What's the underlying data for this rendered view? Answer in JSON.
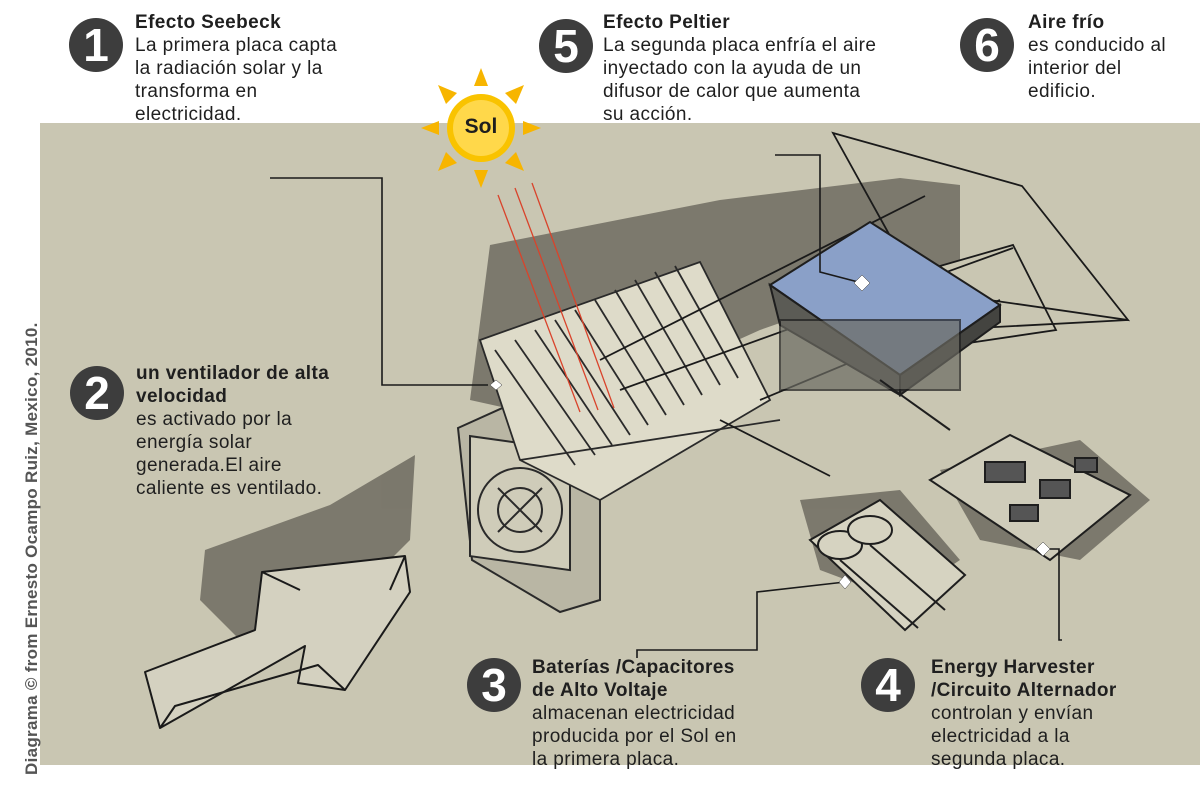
{
  "sun": {
    "label": "Sol"
  },
  "annotations": [
    {
      "number": "1",
      "heading": "Efecto Seebeck",
      "body": "La primera placa capta\nla radiación solar y la\ntransforma en\nelectricidad."
    },
    {
      "number": "2",
      "heading": "un ventilador de alta\nvelocidad",
      "body": "es activado por la\nenergía solar\ngenerada.El aire\ncaliente es ventilado."
    },
    {
      "number": "3",
      "heading": "Baterías /Capacitores\nde Alto Voltaje",
      "body": "almacenan electricidad\nproducida por el Sol en\nla primera placa."
    },
    {
      "number": "4",
      "heading": "Energy Harvester\n/Circuito Alternador",
      "body": "controlan y envían\nelectricidad a la\nsegunda placa."
    },
    {
      "number": "5",
      "heading": "Efecto Peltier",
      "body": "La segunda placa enfría el aire\ninyectado con la ayuda de un\ndifusor de calor que aumenta\nsu acción."
    },
    {
      "number": "6",
      "heading": "Aire frío",
      "body": "es conducido al\ninterior del\nedificio."
    }
  ],
  "credit": "Diagrama © from Ernesto Ocampo Ruiz, Mexico, 2010.",
  "colors": {
    "background_panel": "#c9c6b2",
    "shadow": "#6e6b60",
    "badge": "#3d3d3d",
    "sun": "#f7b500",
    "sun_core": "#ffd84a",
    "ray": "#d9432b",
    "plate": "#8aa0c8"
  }
}
